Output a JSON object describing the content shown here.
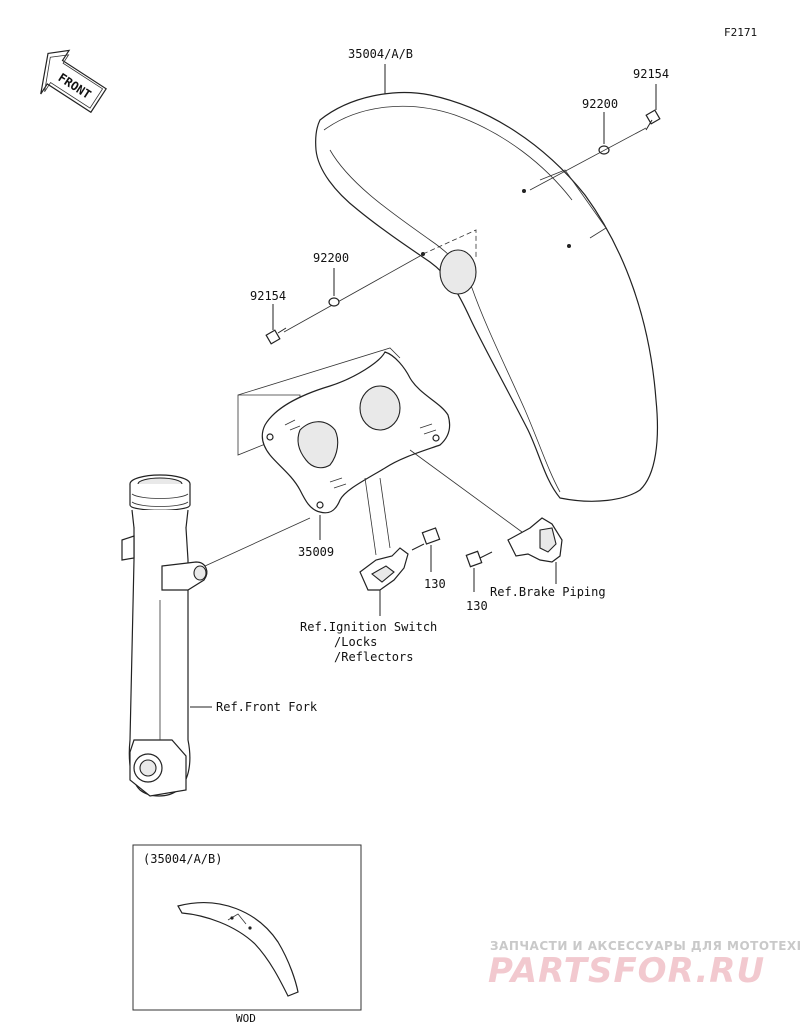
{
  "diagram": {
    "code": "F2171",
    "direction_label": "FRONT",
    "labels": {
      "fender": "35004/A/B",
      "bolt_right": "92154",
      "washer_right": "92200",
      "washer_left": "92200",
      "bolt_left": "92154",
      "bracket": "35009",
      "bolt_center": "130",
      "bolt_lower": "130",
      "ref_brake": "Ref.Brake Piping",
      "ref_ignition_1": "Ref.Ignition Switch",
      "ref_ignition_2": "/Locks",
      "ref_ignition_3": "/Reflectors",
      "ref_fork": "Ref.Front Fork"
    },
    "inset": {
      "title": "(35004/A/B)",
      "caption": "WOD"
    }
  },
  "watermark": {
    "line1": "ЗАПЧАСТИ И АКСЕССУАРЫ ДЛЯ МОТОТЕХНИКИ",
    "line2": "PARTSFOR.RU"
  }
}
